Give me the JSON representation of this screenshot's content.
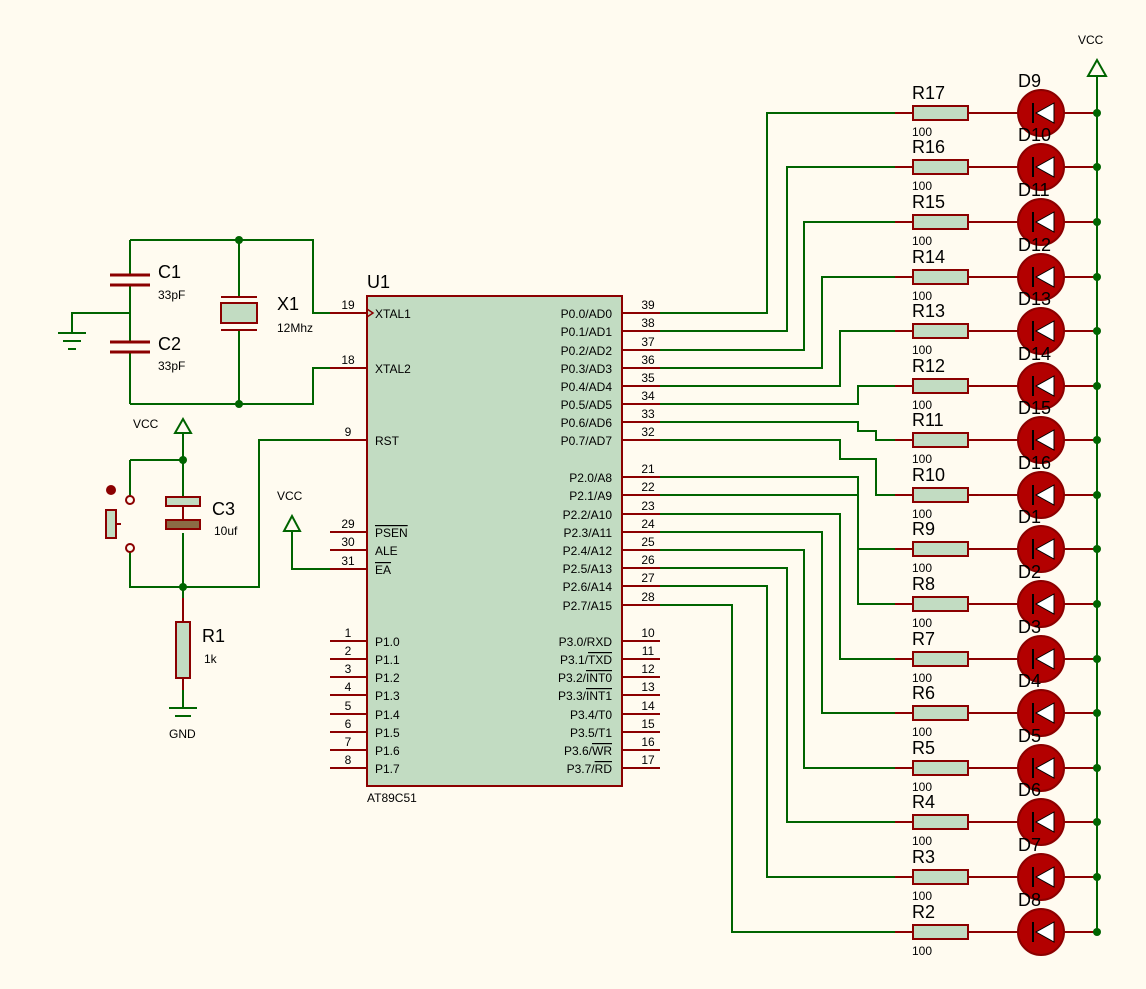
{
  "mcu": {
    "ref": "U1",
    "part": "AT89C51",
    "left_pins": [
      {
        "num": "19",
        "name": "XTAL1",
        "overline": false,
        "clock": true
      },
      {
        "num": "18",
        "name": "XTAL2",
        "overline": false
      },
      {
        "num": "9",
        "name": "RST",
        "overline": false
      },
      {
        "num": "29",
        "name": "PSEN",
        "overline": true
      },
      {
        "num": "30",
        "name": "ALE",
        "overline": false
      },
      {
        "num": "31",
        "name": "EA",
        "overline": true
      },
      {
        "num": "1",
        "name": "P1.0"
      },
      {
        "num": "2",
        "name": "P1.1"
      },
      {
        "num": "3",
        "name": "P1.2"
      },
      {
        "num": "4",
        "name": "P1.3"
      },
      {
        "num": "5",
        "name": "P1.4"
      },
      {
        "num": "6",
        "name": "P1.5"
      },
      {
        "num": "7",
        "name": "P1.6"
      },
      {
        "num": "8",
        "name": "P1.7"
      }
    ],
    "right_pins": [
      {
        "num": "39",
        "name": "P0.0/AD0"
      },
      {
        "num": "38",
        "name": "P0.1/AD1"
      },
      {
        "num": "37",
        "name": "P0.2/AD2"
      },
      {
        "num": "36",
        "name": "P0.3/AD3"
      },
      {
        "num": "35",
        "name": "P0.4/AD4"
      },
      {
        "num": "34",
        "name": "P0.5/AD5"
      },
      {
        "num": "33",
        "name": "P0.6/AD6"
      },
      {
        "num": "32",
        "name": "P0.7/AD7"
      },
      {
        "num": "21",
        "name": "P2.0/A8"
      },
      {
        "num": "22",
        "name": "P2.1/A9"
      },
      {
        "num": "23",
        "name": "P2.2/A10"
      },
      {
        "num": "24",
        "name": "P2.3/A11"
      },
      {
        "num": "25",
        "name": "P2.4/A12"
      },
      {
        "num": "26",
        "name": "P2.5/A13"
      },
      {
        "num": "27",
        "name": "P2.6/A14"
      },
      {
        "num": "28",
        "name": "P2.7/A15"
      },
      {
        "num": "10",
        "name": "P3.0/RXD"
      },
      {
        "num": "11",
        "name": "P3.1/",
        "over": "TXD"
      },
      {
        "num": "12",
        "name": "P3.2/",
        "over": "INT0"
      },
      {
        "num": "13",
        "name": "P3.3/",
        "over": "INT1"
      },
      {
        "num": "14",
        "name": "P3.4/T0"
      },
      {
        "num": "15",
        "name": "P3.5/T1"
      },
      {
        "num": "16",
        "name": "P3.6/",
        "over": "WR"
      },
      {
        "num": "17",
        "name": "P3.7/",
        "over": "RD"
      }
    ]
  },
  "crystal": {
    "ref": "X1",
    "value": "12Mhz"
  },
  "c1": {
    "ref": "C1",
    "value": "33pF"
  },
  "c2": {
    "ref": "C2",
    "value": "33pF"
  },
  "c3": {
    "ref": "C3",
    "value": "10uf"
  },
  "r1": {
    "ref": "R1",
    "value": "1k"
  },
  "power": {
    "vcc": "VCC",
    "gnd": "GND"
  },
  "led_rows": [
    {
      "res": "R17",
      "value": "100",
      "led": "D9"
    },
    {
      "res": "R16",
      "value": "100",
      "led": "D10"
    },
    {
      "res": "R15",
      "value": "100",
      "led": "D11"
    },
    {
      "res": "R14",
      "value": "100",
      "led": "D12"
    },
    {
      "res": "R13",
      "value": "100",
      "led": "D13"
    },
    {
      "res": "R12",
      "value": "100",
      "led": "D14"
    },
    {
      "res": "R11",
      "value": "100",
      "led": "D15"
    },
    {
      "res": "R10",
      "value": "100",
      "led": "D16"
    },
    {
      "res": "R9",
      "value": "100",
      "led": "D1"
    },
    {
      "res": "R8",
      "value": "100",
      "led": "D2"
    },
    {
      "res": "R7",
      "value": "100",
      "led": "D3"
    },
    {
      "res": "R6",
      "value": "100",
      "led": "D4"
    },
    {
      "res": "R5",
      "value": "100",
      "led": "D5"
    },
    {
      "res": "R4",
      "value": "100",
      "led": "D6"
    },
    {
      "res": "R3",
      "value": "100",
      "led": "D7"
    },
    {
      "res": "R2",
      "value": "100",
      "led": "D8"
    }
  ],
  "colors": {
    "background": "#fffbf0",
    "wire": "#006400",
    "component": "#8b0000",
    "chip_fill": "#c2dcc2",
    "resistor_fill": "#c2dcc2",
    "led_fill": "#b30000"
  }
}
